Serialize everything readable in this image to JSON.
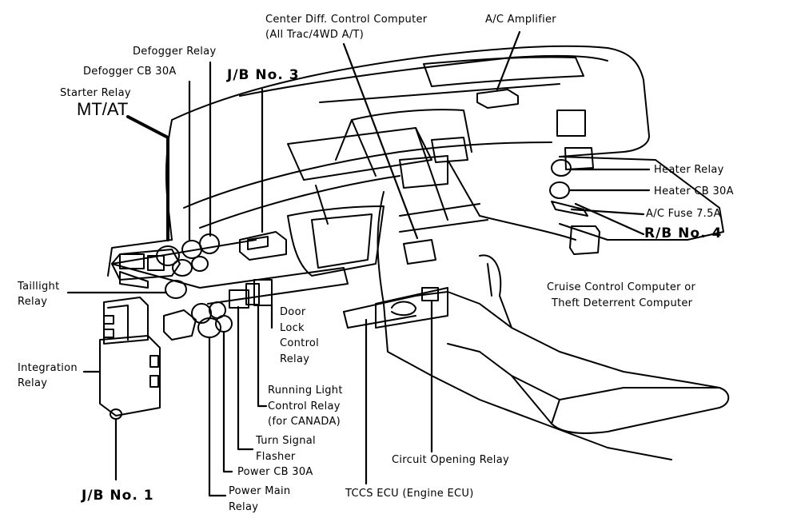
{
  "colors": {
    "ink": "#000000",
    "paper": "#ffffff"
  },
  "labels": {
    "center_diff": "Center Diff. Control Computer",
    "center_diff_sub": "(All Trac/4WD A/T)",
    "ac_amplifier": "A/C Amplifier",
    "defogger_relay": "Defogger Relay",
    "defogger_cb": "Defogger CB 30A",
    "jb3": "J/B No. 3",
    "starter_relay": "Starter Relay",
    "mt_at": "MT/AT",
    "heater_relay": "Heater Relay",
    "heater_cb": "Heater CB 30A",
    "ac_fuse": "A/C Fuse 7.5A",
    "rb4": "R/B No. 4",
    "cruise_1": "Cruise Control Computer or",
    "cruise_2": "Theft Deterrent Computer",
    "taillight_1": "Taillight",
    "taillight_2": "Relay",
    "door_lock": "Door\nLock\nControl\nRelay",
    "integration": "Integration\nRelay",
    "running_light": "Running Light\nControl Relay\n(for CANADA)",
    "turn_signal": "Turn Signal\nFlasher",
    "circuit_opening": "Circuit Opening Relay",
    "power_cb": "Power CB 30A",
    "power_main": "Power Main\nRelay",
    "jb1": "J/B No. 1",
    "tccs": "TCCS ECU (Engine ECU)"
  }
}
